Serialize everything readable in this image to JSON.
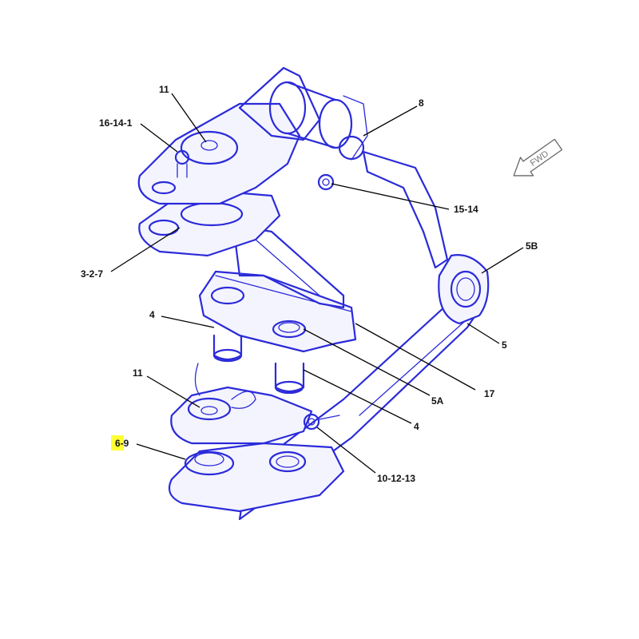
{
  "callouts": {
    "c_11_top": "11",
    "c_16_14_1": "16-14-1",
    "c_8": "8",
    "c_15_14": "15-14",
    "c_5b": "5B",
    "c_3_2_7": "3-2-7",
    "c_4_left": "4",
    "c_5": "5",
    "c_17": "17",
    "c_5a": "5A",
    "c_11_mid": "11",
    "c_4_right": "4",
    "c_6_highlight": "6",
    "c_6_rest": "-9",
    "c_10_12_13": "10-12-13"
  },
  "fwd_indicator": {
    "label": "FWD",
    "icon": "forward-arrow-icon"
  },
  "colors": {
    "linework": "#2b2bd9",
    "highlight": "#ffff33",
    "text": "#111111"
  }
}
